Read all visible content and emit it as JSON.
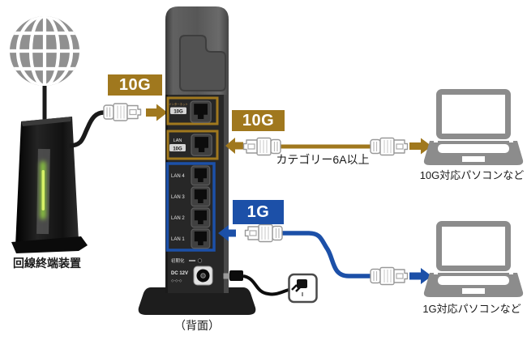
{
  "internet": {
    "icon": "globe-icon"
  },
  "modem": {
    "label": "回線終端装置"
  },
  "router": {
    "rear_caption": "（背面）",
    "internet_port": {
      "label": "インターネット",
      "speed": "10G"
    },
    "lan10g_port": {
      "label": "LAN",
      "speed": "10G"
    },
    "lan_ports": [
      "LAN 4",
      "LAN 3",
      "LAN 2",
      "LAN 1"
    ],
    "reset_label": "初期化",
    "power_label": "DC 12V",
    "polarity": "◇-◇-◇"
  },
  "connections": {
    "wan": {
      "badge": "10G",
      "color": "#A0781E"
    },
    "pc10g": {
      "badge": "10G",
      "color": "#A0781E",
      "cable_note": "カテゴリー6A以上",
      "device_label": "10G対応パソコンなど"
    },
    "pc1g": {
      "badge": "1G",
      "color": "#1C50A8",
      "device_label": "1G対応パソコンなど"
    }
  },
  "colors": {
    "gold": "#A0781E",
    "blue": "#1C50A8",
    "device_gray": "#8C8C8C",
    "led_green": "#8CC63F"
  }
}
